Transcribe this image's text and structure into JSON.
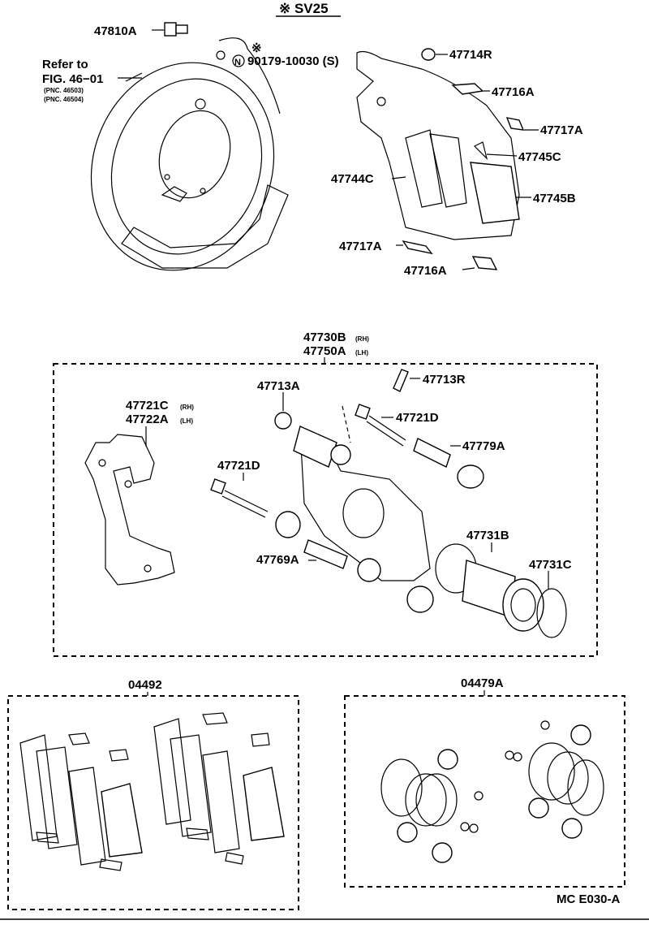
{
  "header": {
    "title": "※ SV25"
  },
  "refer": {
    "line1": "Refer to",
    "line2": "FIG. 46−01",
    "pnc1": "(PNC. 46503)",
    "pnc2": "(PNC. 46504)"
  },
  "labels": {
    "l47810A": "47810A",
    "star": "※",
    "l90179": "90179-10030 (S)",
    "l47714R": "47714R",
    "l47716A_top": "47716A",
    "l47717A_top": "47717A",
    "l47745C": "47745C",
    "l47744C": "47744C",
    "l47745B": "47745B",
    "l47717A_bot": "47717A",
    "l47716A_bot": "47716A",
    "l47730B": "47730B",
    "l47730B_side": "(RH)",
    "l47750A": "47750A",
    "l47750A_side": "(LH)",
    "l47721C": "47721C",
    "l47721C_side": "(RH)",
    "l47722A": "47722A",
    "l47722A_side": "(LH)",
    "l47713A": "47713A",
    "l47713R": "47713R",
    "l47721D_a": "47721D",
    "l47779A": "47779A",
    "l47721D_b": "47721D",
    "l47731B": "47731B",
    "l47731C": "47731C",
    "l47769A": "47769A",
    "l04492": "04492",
    "l04479A": "04479A",
    "footer": "MC  E030-A"
  }
}
